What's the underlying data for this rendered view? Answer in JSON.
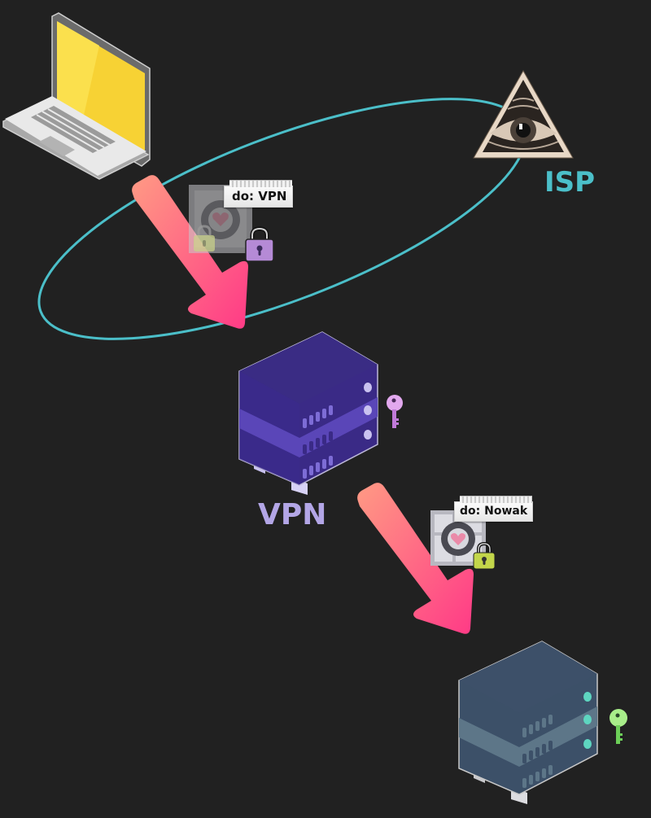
{
  "title": "VPN traffic diagram",
  "nodes": {
    "laptop": {
      "label": "",
      "icon": "laptop-icon"
    },
    "isp": {
      "label": "ISP",
      "icon": "eye-of-providence-icon",
      "color": "#4bbfc9"
    },
    "vpn": {
      "label": "VPN",
      "icon": "server-icon",
      "color": "#b3a6e6",
      "server_color": "#3f2f8c",
      "key_color": "#d79ae6"
    },
    "destination": {
      "label": "",
      "icon": "server-icon",
      "server_color": "#3c5068",
      "key_color": "#8fe07a"
    }
  },
  "packets": [
    {
      "note": "do: VPN",
      "icon": "companion-cube-icon",
      "outer_lock_color": "#b58ad6",
      "inner_lock_color": "#c8d08a",
      "faded": true
    },
    {
      "note": "do: Nowak",
      "icon": "companion-cube-icon",
      "lock_color": "#c3d64a",
      "faded": false
    }
  ],
  "arrows": {
    "gradient_start": "#ff9a84",
    "gradient_end": "#ff3d84"
  },
  "isp_scope_color": "#4bbfc9"
}
